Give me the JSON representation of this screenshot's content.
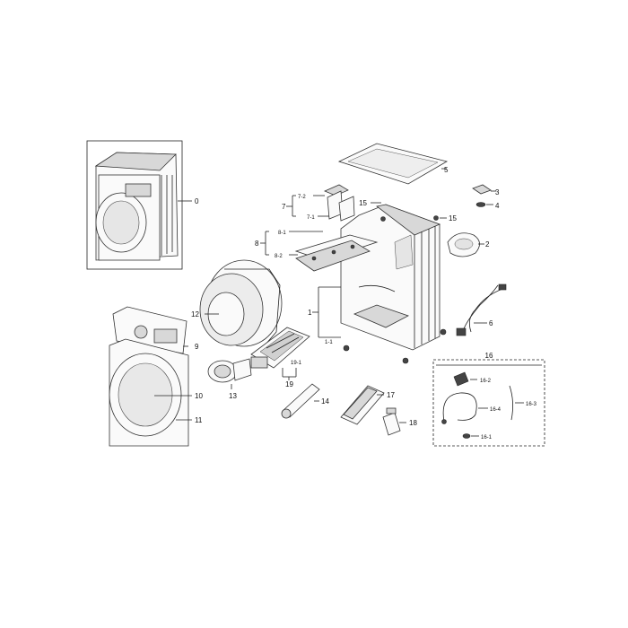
{
  "callouts": {
    "c0": "0",
    "c1": "1",
    "c1_1": "1-1",
    "c2": "2",
    "c3": "3",
    "c4": "4",
    "c5": "5",
    "c6": "6",
    "c7": "7",
    "c7_1": "7-1",
    "c7_2": "7-2",
    "c8": "8",
    "c8_1": "8-1",
    "c8_2": "8-2",
    "c9": "9",
    "c10": "10",
    "c11": "11",
    "c12": "12",
    "c13": "13",
    "c14": "14",
    "c15a": "15",
    "c15b": "15",
    "c16": "16",
    "c16_1": "16-1",
    "c16_2": "16-2",
    "c16_3": "16-3",
    "c16_4": "16-4",
    "c17": "17",
    "c18": "18",
    "c19": "19",
    "c19_1": "19-1"
  },
  "colors": {
    "line": "#222222",
    "part_fill": "#fafafa",
    "shade": "#d8d8d8"
  }
}
